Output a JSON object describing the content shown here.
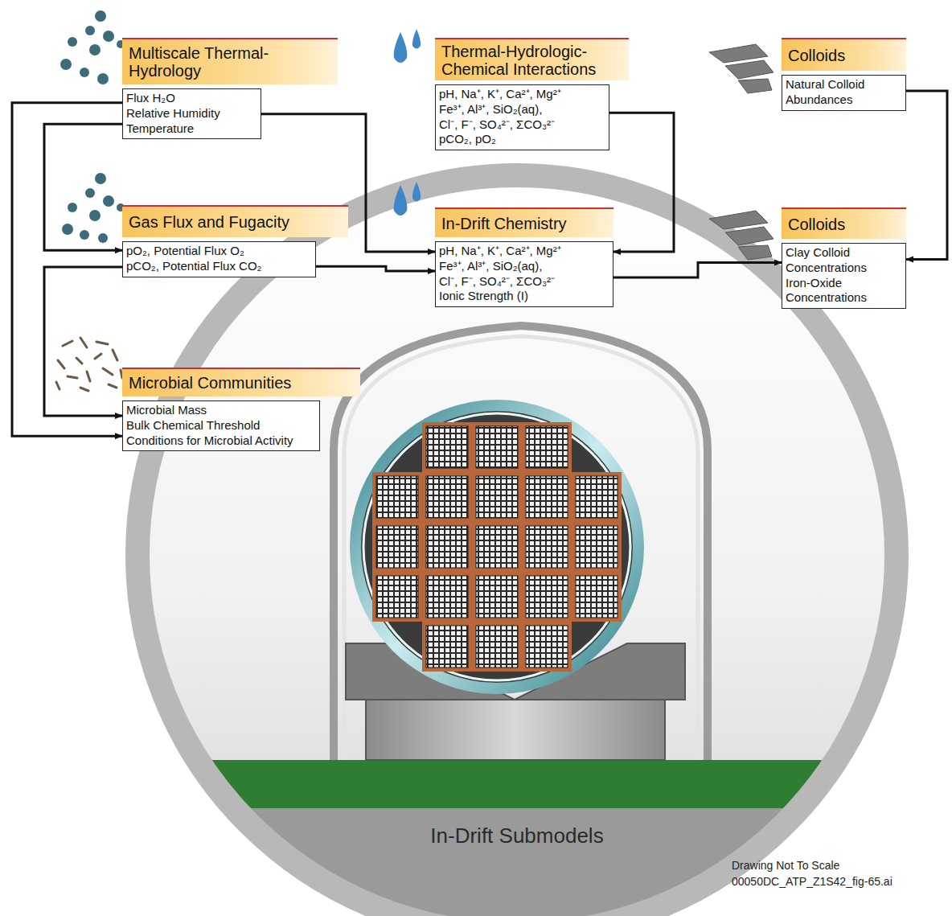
{
  "diagram": {
    "title": "In-Drift Submodels",
    "nodes": [
      {
        "text": [
          "Multiscale Thermal-Hydrology",
          "Flux H₂O",
          "Relative Humidity",
          "Temperature"
        ]
      },
      {
        "text": [
          "Thermal-Hydrologic-Chemical Interactions",
          "pH, Na⁺, K⁺, Ca²⁺, Mg²⁺",
          "Fe³⁺, Al³⁺, SiO₂(aq),",
          "Cl⁻, F⁻, SO₄²⁻, ΣCO₃²⁻",
          "pCO₂, pO₂"
        ]
      },
      {
        "text": [
          "Colloids",
          "Natural Colloid Abundances"
        ]
      },
      {
        "text": [
          "Gas Flux and Fugacity",
          "pO₂, Potential Flux O₂",
          "pCO₂, Potential Flux CO₂"
        ]
      },
      {
        "text": [
          "In-Drift Chemistry",
          "pH, Na⁺, K⁺, Ca²⁺, Mg²⁺",
          "Fe³⁺, Al³⁺, SiO₂(aq),",
          "Cl⁻, F⁻, SO₄²⁻, ΣCO₃²⁻",
          "Ionic Strength (I)"
        ]
      },
      {
        "text": [
          "Colloids",
          "Clay Colloid Concentrations",
          "Iron-Oxide Concentrations"
        ]
      },
      {
        "text": [
          "Microbial Communities",
          "Microbial Mass",
          "Bulk Chemical Threshold Conditions for Microbial Activity"
        ]
      }
    ],
    "edges": [
      {
        "from": 0,
        "to": 4,
        "arrow": "to"
      },
      {
        "from": 0,
        "to": 3,
        "arrow": "to"
      },
      {
        "from": 0,
        "to": 6,
        "arrow": "to"
      },
      {
        "from": 1,
        "to": 4,
        "arrow": "to"
      },
      {
        "from": 2,
        "to": 5,
        "arrow": "to"
      },
      {
        "from": 3,
        "to": 4,
        "arrow": "to"
      },
      {
        "from": 3,
        "to": 6,
        "arrow": "to"
      },
      {
        "from": 4,
        "to": 5,
        "arrow": "to"
      }
    ],
    "labels": [
      "Drawing Not To Scale",
      "00050DC_ATP_Z1S42_fig-65.ai"
    ]
  }
}
